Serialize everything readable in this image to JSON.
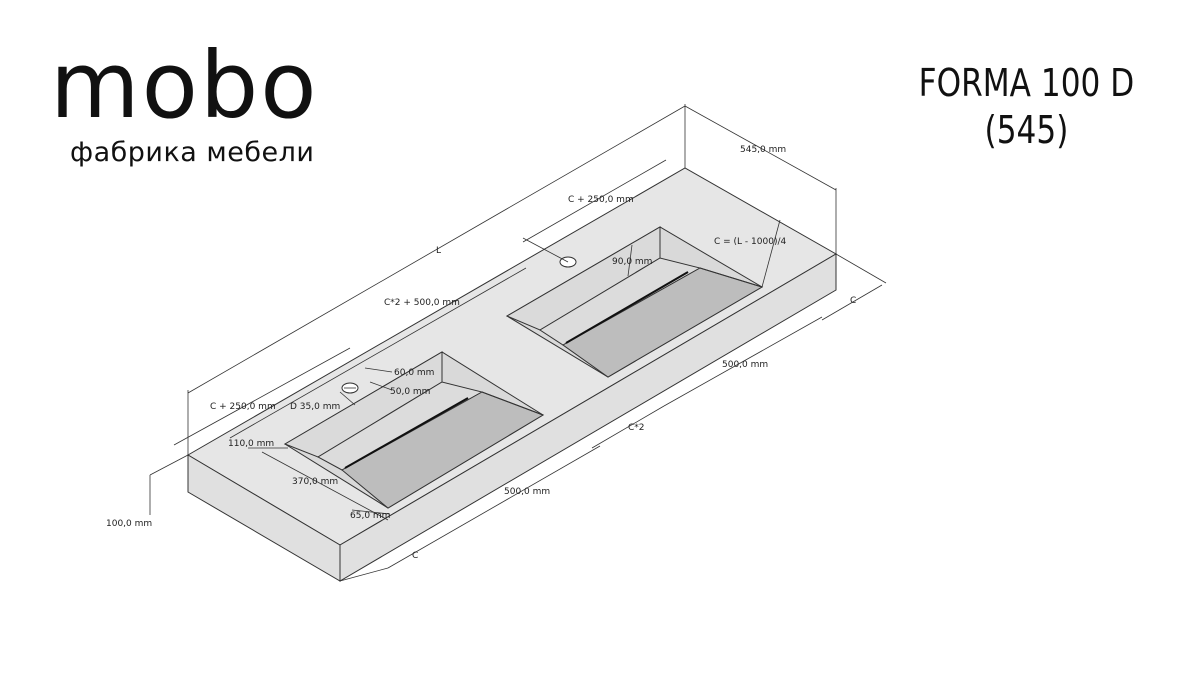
{
  "logo": {
    "word": "mobo",
    "subtitle": "фабрика мебели"
  },
  "title": {
    "line1": "FORMA 100 D",
    "line2": "(545)"
  },
  "dimensions": {
    "depth": "545,0 mm",
    "length": "L",
    "c_plus_250_top": "C + 250,0 mm",
    "c_formula": "C = (L - 1000)/4",
    "bowl_depth": "90,0 mm",
    "c2_plus_500": "C*2 + 500,0 mm",
    "c_right": "C",
    "bowl_length_right": "500,0 mm",
    "c_times_2": "C*2",
    "dim_60": "60,0 mm",
    "dim_50": "50,0 mm",
    "c_plus_250_left": "C + 250,0 mm",
    "hole_diameter": "D 35,0 mm",
    "dim_110": "110,0 mm",
    "dim_370": "370,0 mm",
    "bowl_length_left": "500,0 mm",
    "dim_65": "65,0 mm",
    "thickness": "100,0 mm",
    "c_bottom": "C"
  }
}
